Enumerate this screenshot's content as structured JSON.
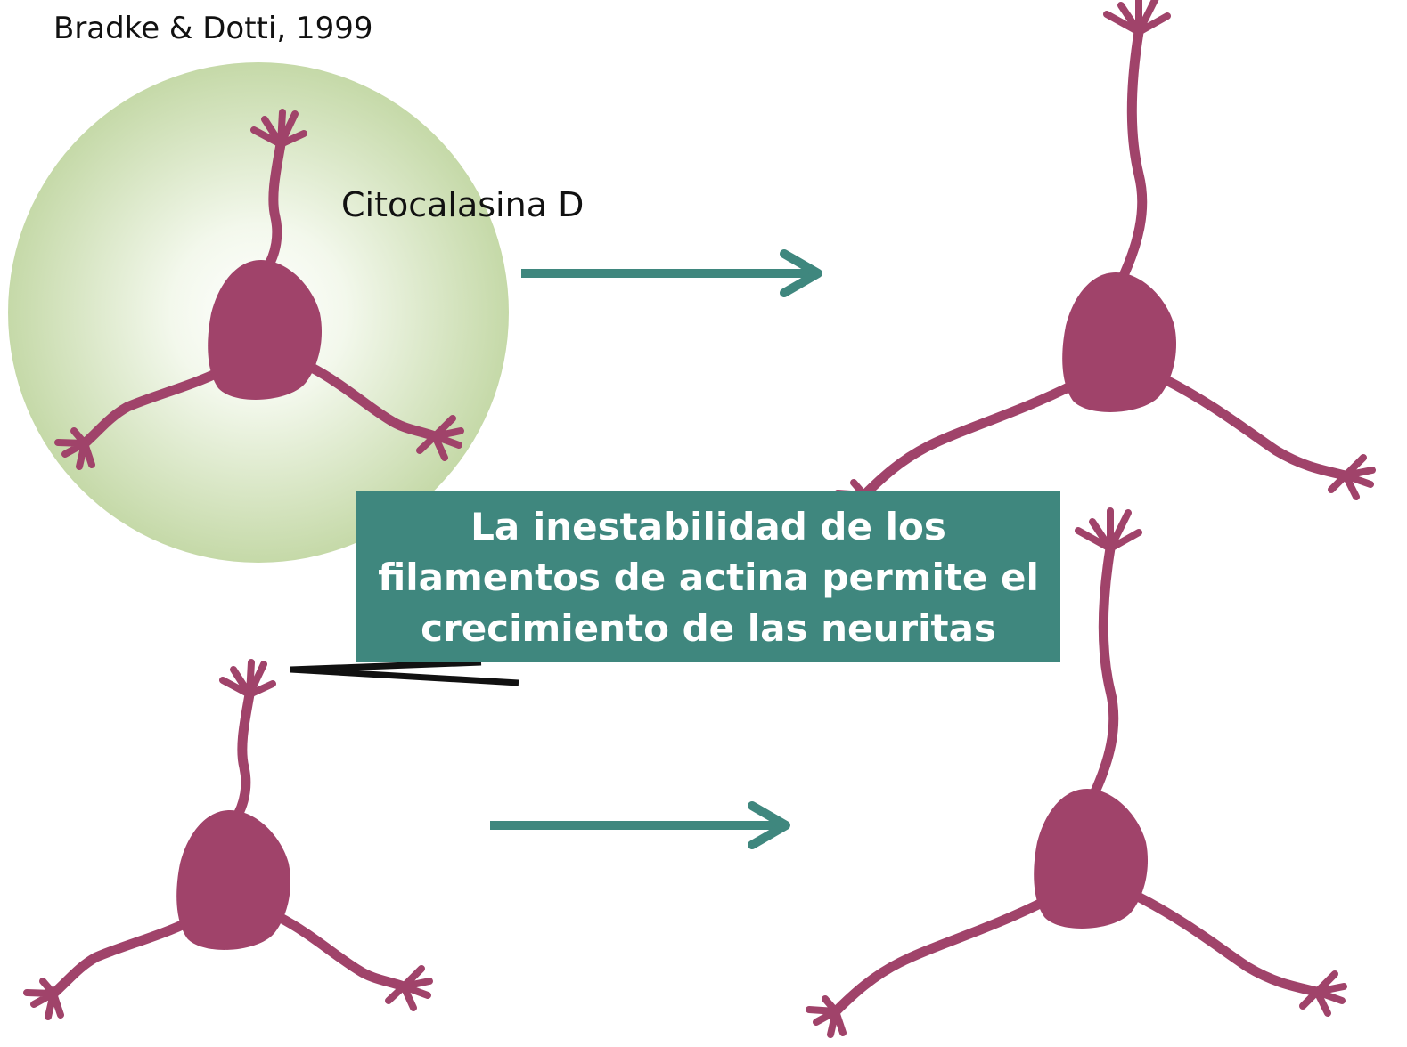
{
  "citation": "Bradke & Dotti, 1999",
  "treatment_label": "Citocalasina D",
  "callout": {
    "lines": [
      "La inestabilidad de los",
      "filamentos de actina permite el",
      "crecimiento de las neuritas"
    ]
  },
  "colors": {
    "neuron": "#a0436a",
    "arrow": "#3f877e",
    "callout_bg": "#3f877e",
    "callout_text": "#ffffff",
    "drug_halo_outer": "#c5d9a8",
    "drug_halo_inner": "#ffffff",
    "pointer_line": "#111111"
  }
}
